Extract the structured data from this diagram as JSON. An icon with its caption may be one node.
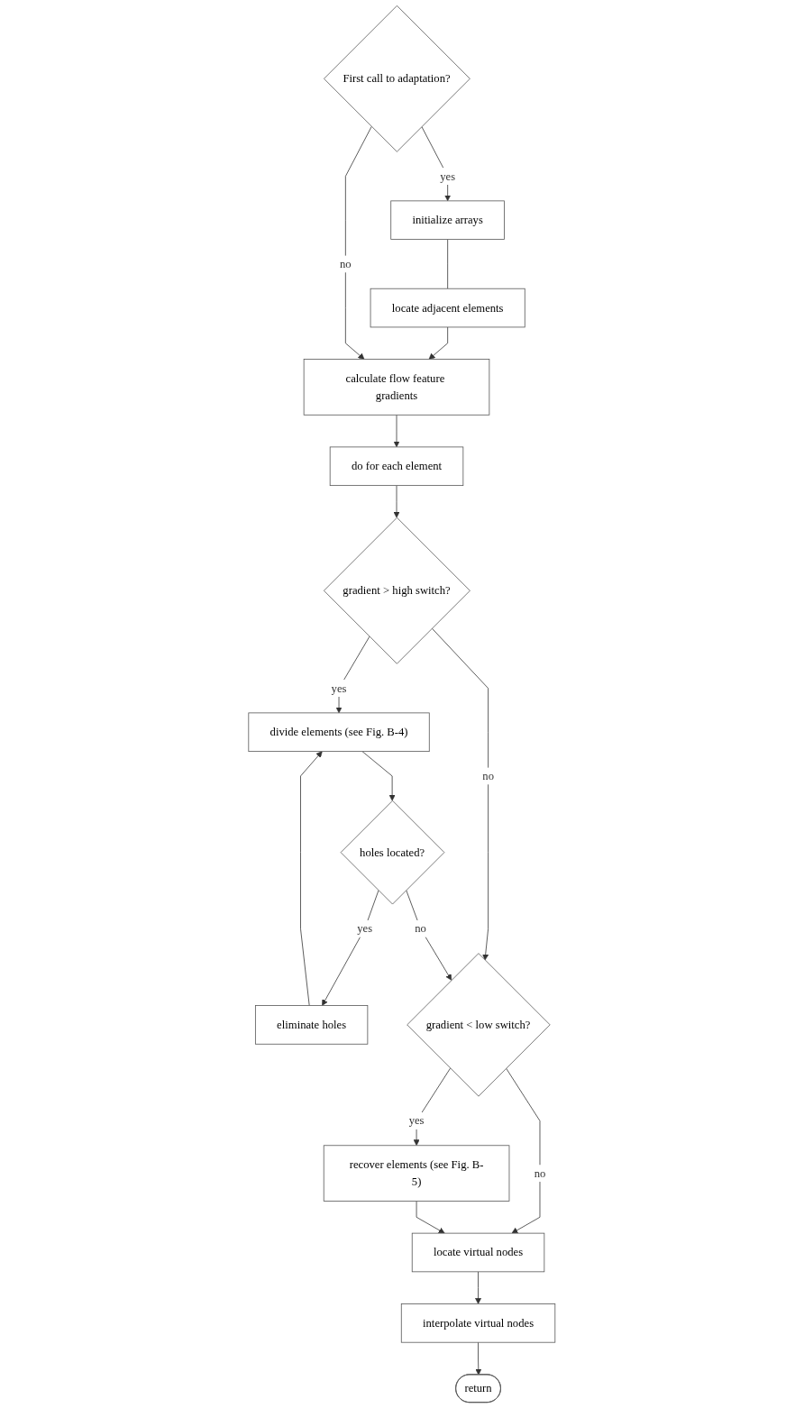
{
  "diagram": {
    "nodes": [
      {
        "text": [
          "First call to adaptation?"
        ]
      },
      {
        "text": [
          "initialize arrays"
        ]
      },
      {
        "text": [
          "locate adjacent elements"
        ]
      },
      {
        "text": [
          "calculate flow feature gradients"
        ]
      },
      {
        "text": [
          "do for each element"
        ]
      },
      {
        "text": [
          "gradient > high switch?"
        ]
      },
      {
        "text": [
          "divide elements (see Fig. B-4)"
        ]
      },
      {
        "text": [
          "holes located?"
        ]
      },
      {
        "text": [
          "eliminate holes"
        ]
      },
      {
        "text": [
          "gradient < low switch?"
        ]
      },
      {
        "text": [
          "recover elements (see Fig. B-5)"
        ]
      },
      {
        "text": [
          "locate virtual nodes"
        ]
      },
      {
        "text": [
          "interpolate virtual nodes"
        ]
      },
      {
        "text": [
          "return"
        ]
      }
    ],
    "edges": [
      {
        "from": 0,
        "to": 1,
        "arrow": "to",
        "label": "yes"
      },
      {
        "from": 1,
        "to": 2,
        "arrow": "none"
      },
      {
        "from": 2,
        "to": 3,
        "arrow": "to"
      },
      {
        "from": 0,
        "to": 3,
        "arrow": "to",
        "label": "no"
      },
      {
        "from": 3,
        "to": 4,
        "arrow": "to"
      },
      {
        "from": 4,
        "to": 5,
        "arrow": "to"
      },
      {
        "from": 5,
        "to": 9,
        "arrow": "to",
        "label": "no"
      },
      {
        "from": 5,
        "to": 6,
        "arrow": "to",
        "label": "yes"
      },
      {
        "from": 6,
        "to": 7,
        "arrow": "to"
      },
      {
        "from": 7,
        "to": 8,
        "arrow": "to",
        "label": "yes"
      },
      {
        "from": 8,
        "to": 6,
        "arrow": "to"
      },
      {
        "from": 7,
        "to": 9,
        "arrow": "to",
        "label": "no"
      },
      {
        "from": 9,
        "to": 11,
        "arrow": "to",
        "label": "no"
      },
      {
        "from": 9,
        "to": 10,
        "arrow": "to",
        "label": "yes"
      },
      {
        "from": 10,
        "to": 11,
        "arrow": "to"
      },
      {
        "from": 11,
        "to": 12,
        "arrow": "to"
      },
      {
        "from": 12,
        "to": 13,
        "arrow": "to"
      }
    ]
  }
}
